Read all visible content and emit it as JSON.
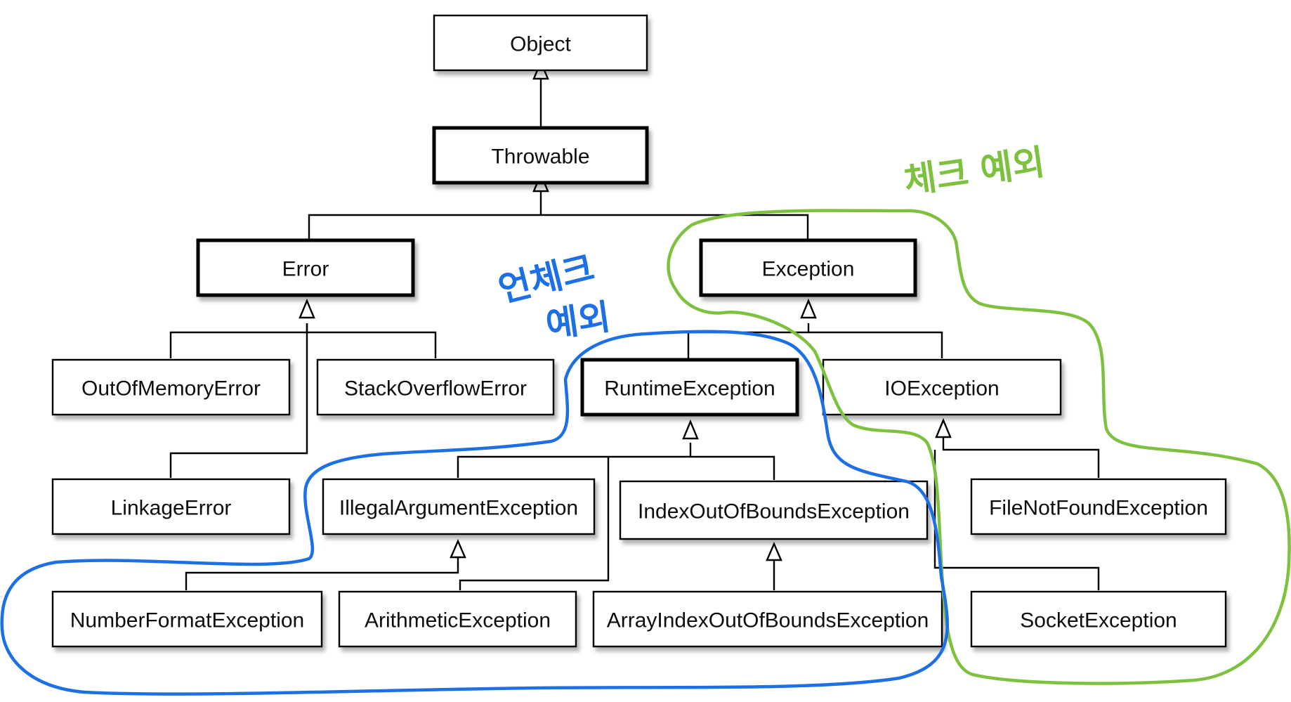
{
  "colors": {
    "box_border": "#000000",
    "checked_annotation": "#7dc13f",
    "unchecked_annotation": "#1d6fe5"
  },
  "nodes": {
    "object": "Object",
    "throwable": "Throwable",
    "error": "Error",
    "exception": "Exception",
    "out_of_memory_error": "OutOfMemoryError",
    "stack_overflow_error": "StackOverflowError",
    "runtime_exception": "RuntimeException",
    "io_exception": "IOException",
    "linkage_error": "LinkageError",
    "illegal_argument_exception": "IllegalArgumentException",
    "index_out_of_bounds_exception": "IndexOutOfBoundsException",
    "file_not_found_exception": "FileNotFoundException",
    "number_format_exception": "NumberFormatException",
    "arithmetic_exception": "ArithmeticException",
    "array_index_out_of_bounds_exception": "ArrayIndexOutOfBoundsException",
    "socket_exception": "SocketException"
  },
  "annotations": {
    "checked_exception": "체크 예외",
    "unchecked_exception_line1": "언체크",
    "unchecked_exception_line2": "예외"
  }
}
